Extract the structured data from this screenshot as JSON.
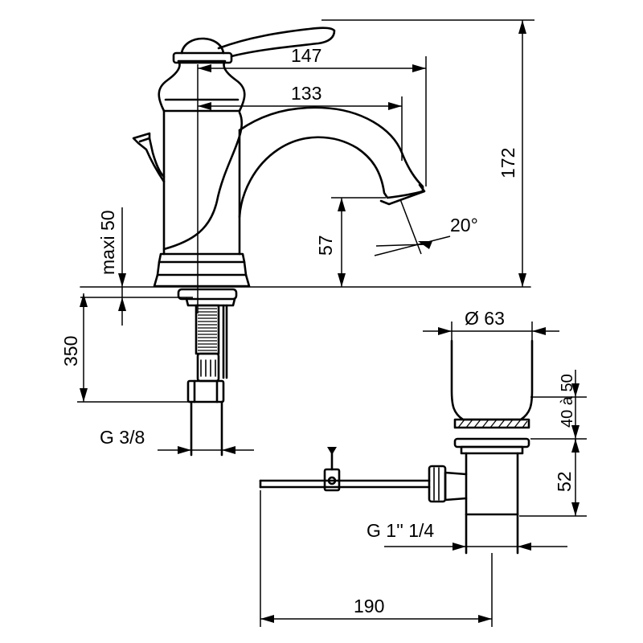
{
  "drawing": {
    "dimensions": {
      "reach_total": "147",
      "reach_spout": "133",
      "height_total": "172",
      "spout_height": "57",
      "spout_angle": "20°",
      "deck_thickness": "maxi 50",
      "hose_length": "350",
      "hose_thread": "G 3/8",
      "waste_diameter": "Ø 63",
      "waste_adjust": "40 à 50",
      "waste_height": "52",
      "waste_thread": "G 1'' 1/4",
      "rod_length": "190"
    }
  }
}
